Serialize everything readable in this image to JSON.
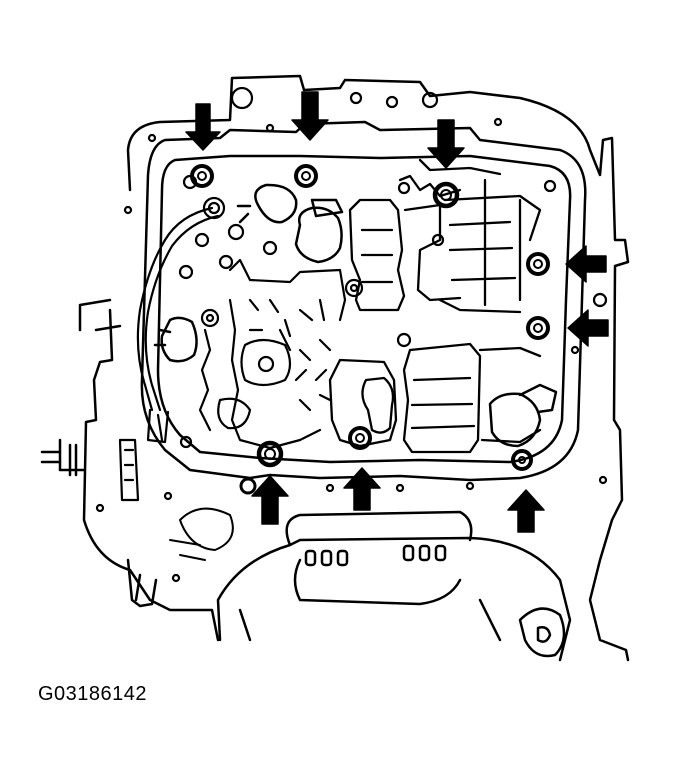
{
  "figure": {
    "caption": "G03186142",
    "callout_arrows": [
      {
        "id": "arrow-top-1",
        "direction": "down"
      },
      {
        "id": "arrow-top-2",
        "direction": "down"
      },
      {
        "id": "arrow-top-3",
        "direction": "down"
      },
      {
        "id": "arrow-right-1",
        "direction": "left"
      },
      {
        "id": "arrow-right-2",
        "direction": "left"
      },
      {
        "id": "arrow-bottom-1",
        "direction": "up"
      },
      {
        "id": "arrow-bottom-2",
        "direction": "up"
      },
      {
        "id": "arrow-bottom-3",
        "direction": "up"
      }
    ],
    "highlighted_bolts": 8
  }
}
